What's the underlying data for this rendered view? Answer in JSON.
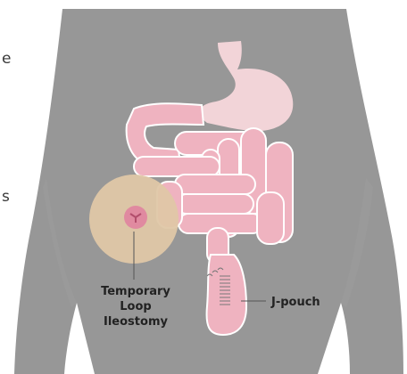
{
  "edge_fragments": [
    "e",
    "s"
  ],
  "labels": {
    "stoma": [
      "Temporary Loop",
      "Ileostomy"
    ],
    "pouch": "J-pouch"
  },
  "colors": {
    "body": "#8e8e8e",
    "stomach": "#f2d4d8",
    "intestine": "#efb3c0",
    "intestine_outline": "#ffffff",
    "magnifier": "#dfc7a7",
    "stoma": "#e08aa0",
    "leader_line": "#555555"
  }
}
